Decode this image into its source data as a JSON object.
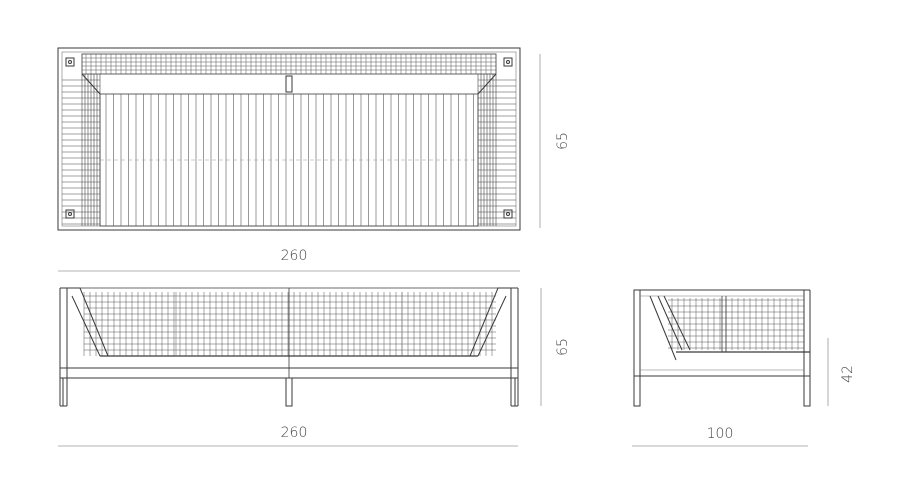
{
  "colors": {
    "line": "#3a3a3a",
    "thin": "#777777",
    "dim": "#9a9a9a",
    "text": "#444444"
  },
  "dimensions": {
    "top_width": "260",
    "top_depth": "65",
    "front_width": "260",
    "front_height": "65",
    "side_depth": "100",
    "side_seat_height": "42"
  }
}
